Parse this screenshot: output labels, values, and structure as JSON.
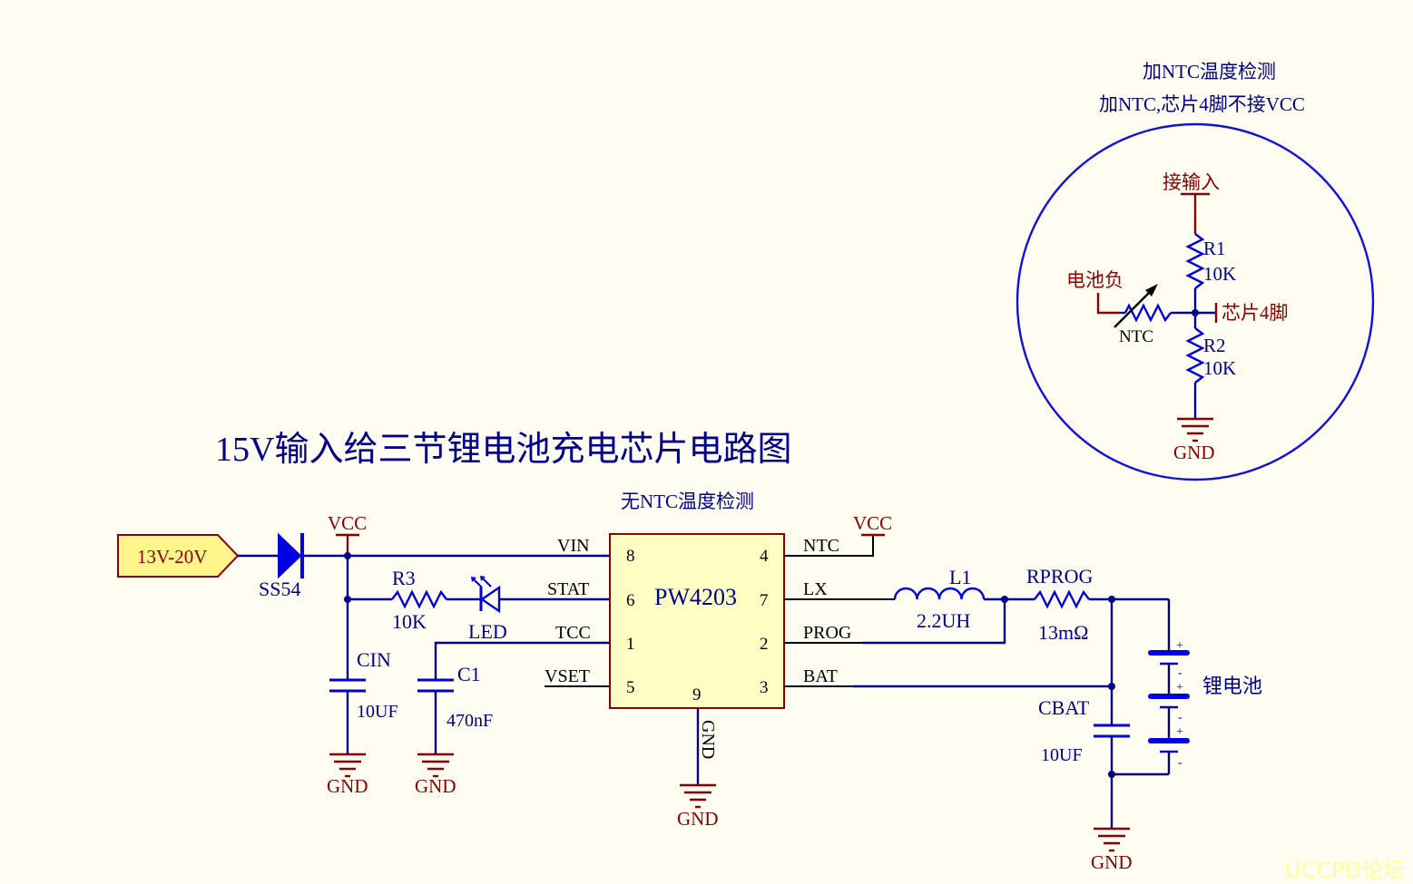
{
  "title": "15V输入给三节锂电池充电芯片电路图",
  "subtitle": "无NTC温度检测",
  "input_port": "13V-20V",
  "chip": {
    "name": "PW4203",
    "pins": [
      {
        "num": "8",
        "label": "VIN"
      },
      {
        "num": "6",
        "label": "STAT"
      },
      {
        "num": "1",
        "label": "TCC"
      },
      {
        "num": "5",
        "label": "VSET"
      },
      {
        "num": "4",
        "label": "NTC"
      },
      {
        "num": "7",
        "label": "LX"
      },
      {
        "num": "2",
        "label": "PROG"
      },
      {
        "num": "3",
        "label": "BAT"
      },
      {
        "num": "9",
        "label": "GND"
      }
    ]
  },
  "components": {
    "diode": {
      "ref": "SS54"
    },
    "r3": {
      "ref": "R3",
      "value": "10K"
    },
    "led": {
      "ref": "LED"
    },
    "cin": {
      "ref": "CIN",
      "value": "10UF"
    },
    "c1": {
      "ref": "C1",
      "value": "470nF"
    },
    "l1": {
      "ref": "L1",
      "value": "2.2UH"
    },
    "rprog": {
      "ref": "RPROG",
      "value": "13mΩ"
    },
    "cbat": {
      "ref": "CBAT",
      "value": "10UF"
    },
    "battery": {
      "label": "锂电池",
      "plus": "+",
      "minus": "-"
    }
  },
  "power": {
    "vcc": "VCC",
    "gnd": "GND"
  },
  "ntc_inset": {
    "title_line1": "加NTC温度检测",
    "title_line2": "加NTC,芯片4脚不接VCC",
    "top_net": "接输入",
    "r1_ref": "R1",
    "r1_value": "10K",
    "r2_ref": "R2",
    "r2_value": "10K",
    "battery_neg": "电池负",
    "ntc_label": "NTC",
    "pin4_net": "芯片4脚",
    "gnd": "GND"
  },
  "watermark": "UCCPD论坛",
  "colors": {
    "background": "#fffdf2",
    "wire": "#00008b",
    "component": "#0000e0",
    "power_net": "#8b0000",
    "chip_fill": "#ffffc4",
    "port_fill": "#fff58a"
  }
}
